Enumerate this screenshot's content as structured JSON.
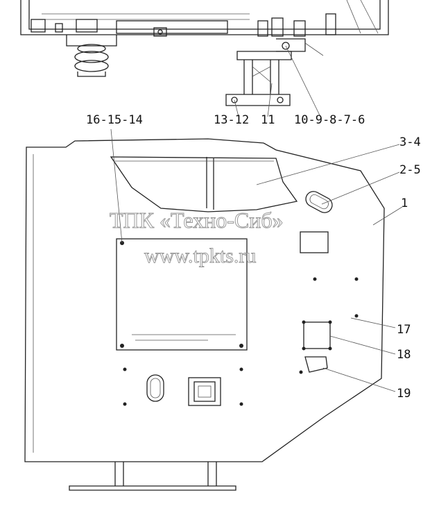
{
  "watermark": {
    "line1": "ТПК «Техно-Сиб»",
    "line2": "www.tpkts.ru"
  },
  "callouts": {
    "c16_15_14": "16-15-14",
    "c13_12": "13-12",
    "c11": "11",
    "c10_6": "10-9-8-7-6",
    "c3_4": "3-4",
    "c2_5": "2-5",
    "c1": "1",
    "c17": "17",
    "c18": "18",
    "c19": "19"
  },
  "colors": {
    "line": "#222222",
    "watermark": "#9a9a9a",
    "background": "#ffffff"
  }
}
